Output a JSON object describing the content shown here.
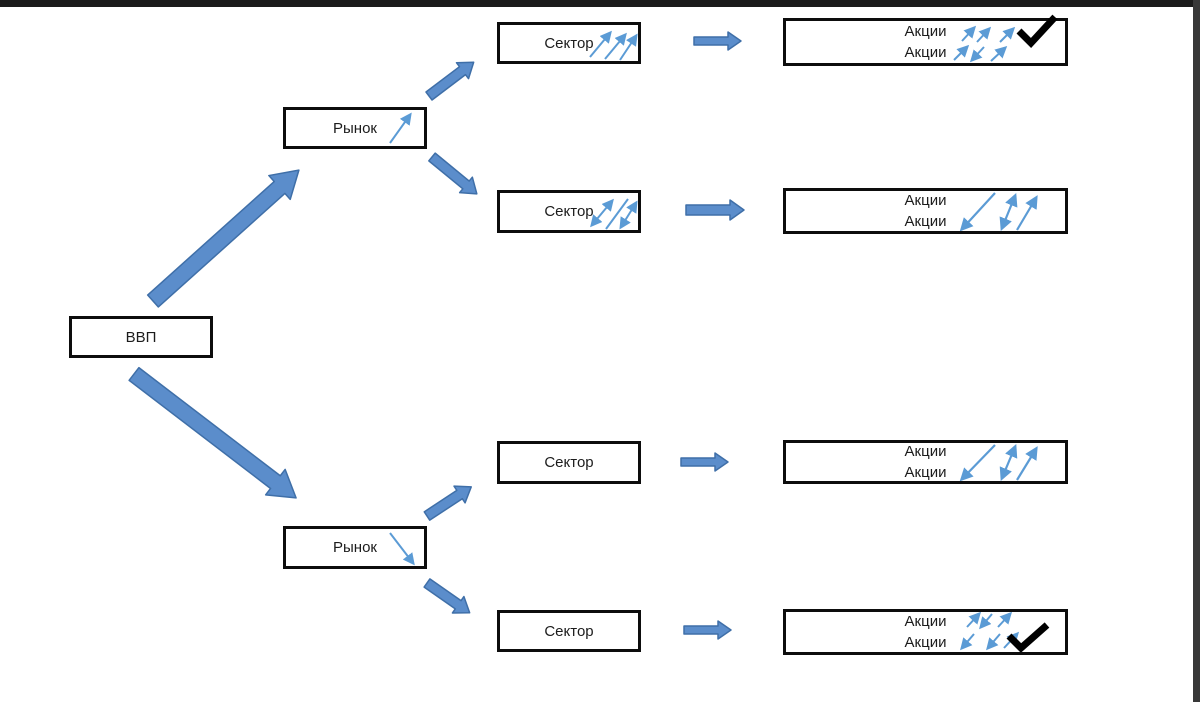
{
  "window": {
    "background": "#ffffff",
    "top_bar_color": "#1b1b1b",
    "right_bar_color": "#383838"
  },
  "palette": {
    "box_border": "#0d0d0d",
    "connector_fill": "#5b8dcb",
    "connector_stroke": "#3f6fa8",
    "trend_arrow": "#5b9bd5",
    "checkmark": "#000000"
  },
  "nodes": {
    "gdp": {
      "label": "ВВП"
    },
    "market_up": {
      "label": "Рынок",
      "trend_icon": "thin-up-right-arrow"
    },
    "market_down": {
      "label": "Рынок",
      "trend_icon": "thin-down-right-arrow"
    },
    "sector_1": {
      "label": "Сектор",
      "trend_icon": "three-up-right-arrows"
    },
    "sector_2": {
      "label": "Сектор",
      "trend_icon": "mixed-double-headed-arrows"
    },
    "sector_3": {
      "label": "Сектор",
      "trend_icon": "none"
    },
    "sector_4": {
      "label": "Сектор",
      "trend_icon": "none"
    },
    "stocks_1": {
      "line1": "Акции",
      "line2": "Акции",
      "trend_icon": "small-mixed-arrows",
      "checked": true
    },
    "stocks_2": {
      "line1": "Акции",
      "line2": "Акции",
      "trend_icon": "large-diagonal-double-arrows",
      "checked": false
    },
    "stocks_3": {
      "line1": "Акции",
      "line2": "Акции",
      "trend_icon": "large-diagonal-double-arrows",
      "checked": false
    },
    "stocks_4": {
      "line1": "Акции",
      "line2": "Акции",
      "trend_icon": "small-mixed-arrows",
      "checked": true
    }
  }
}
